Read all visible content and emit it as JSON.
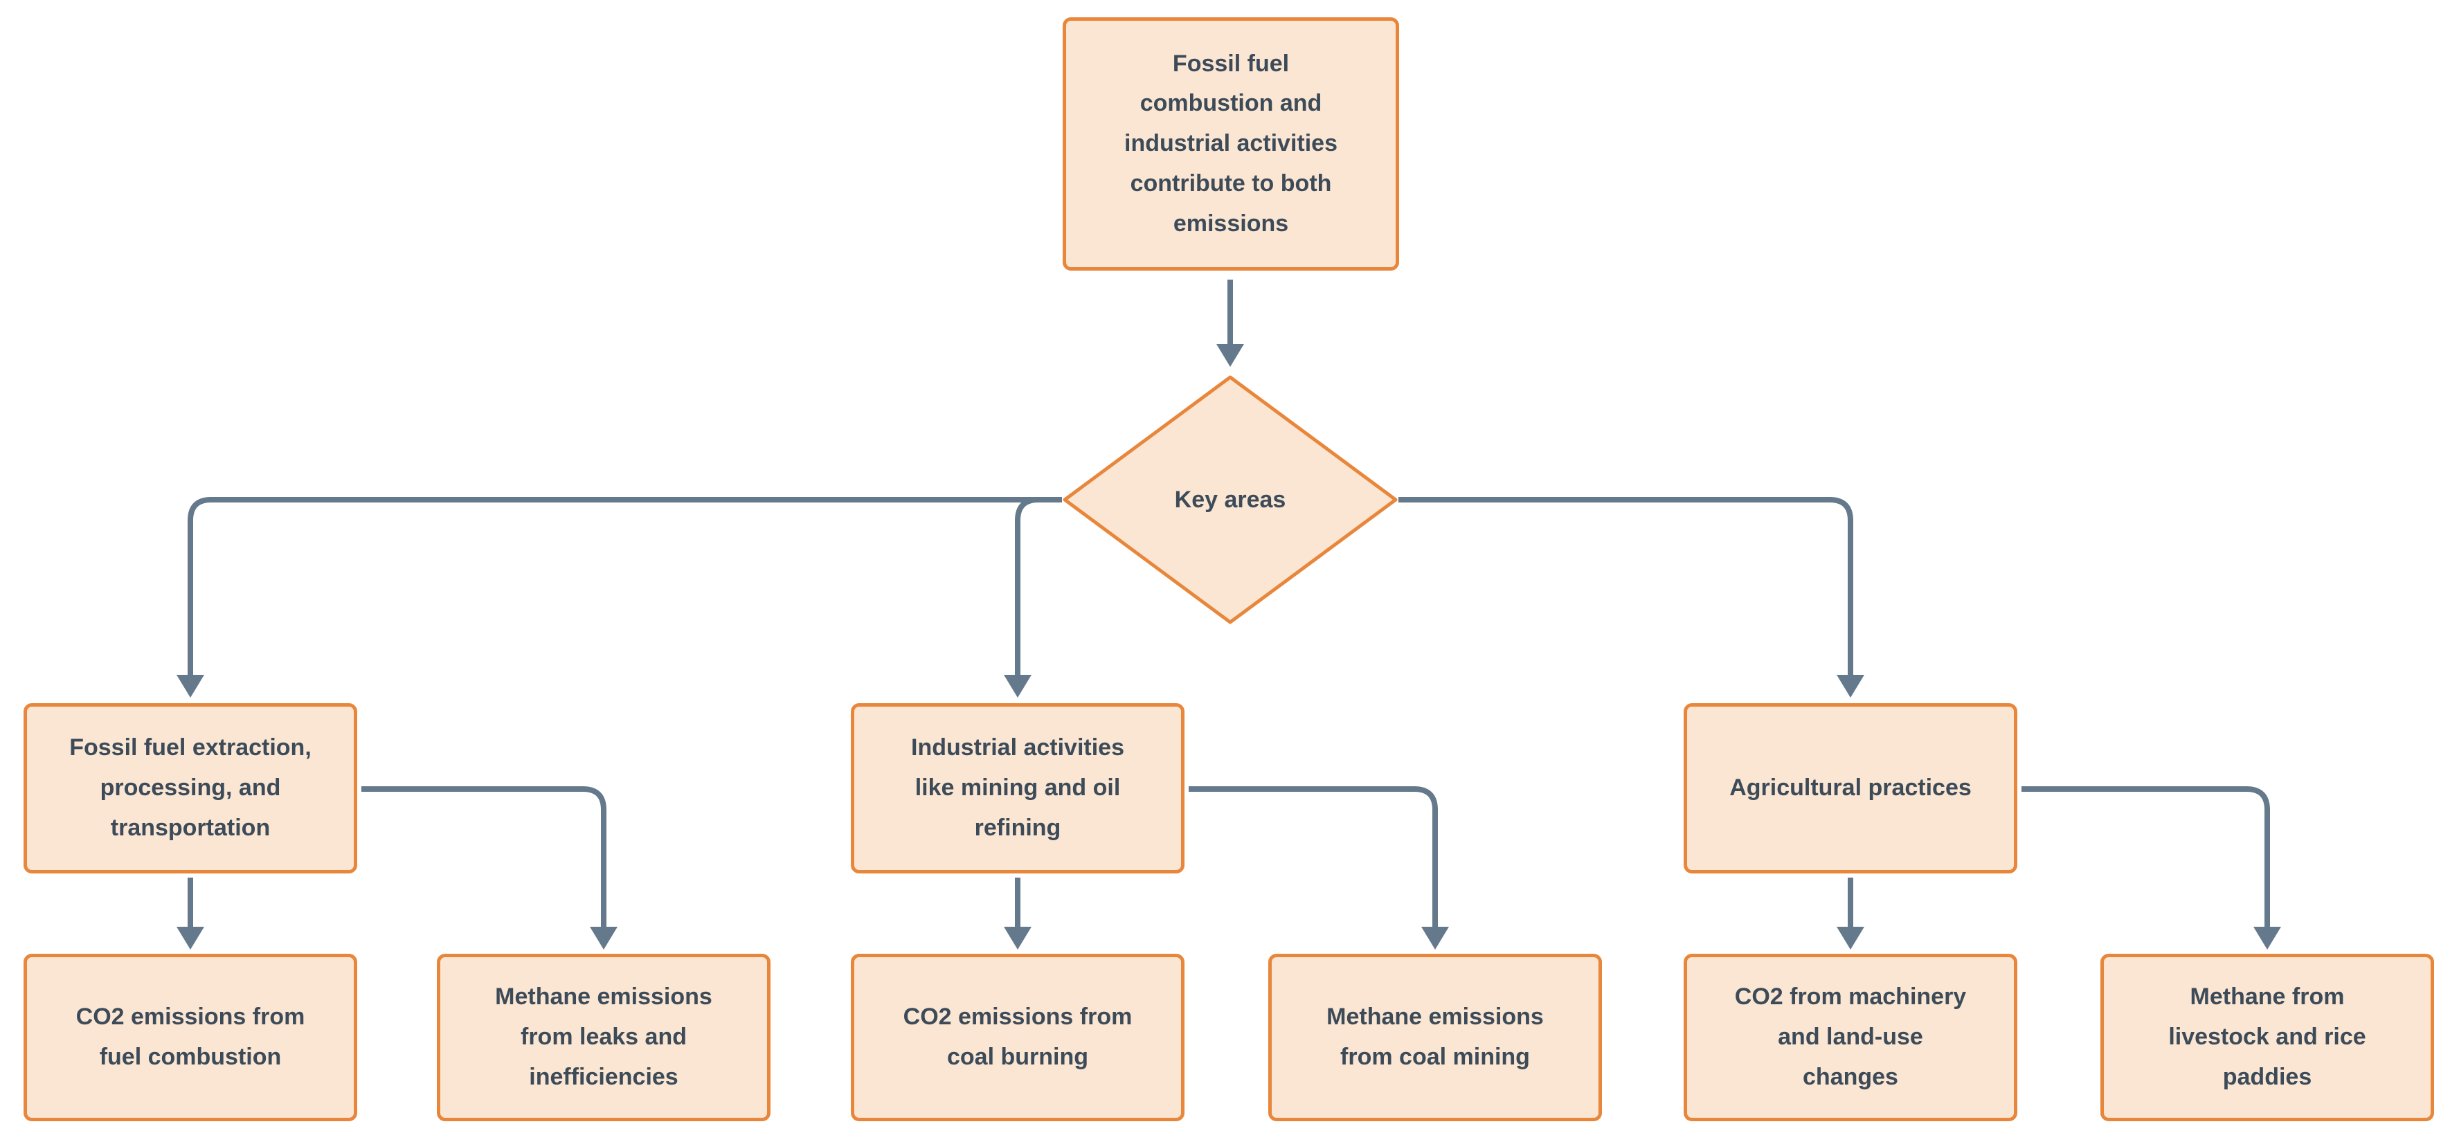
{
  "flowchart": {
    "colors": {
      "node_fill": "#FAE6D3",
      "node_border": "#E8873C",
      "connector": "#64798C",
      "text": "#3D4B59"
    },
    "root": {
      "text": "Fossil fuel\ncombustion and\nindustrial activities\ncontribute to both\nemissions"
    },
    "decision": {
      "text": "Key areas"
    },
    "branches": [
      {
        "area": "Fossil fuel extraction,\nprocessing, and\ntransportation",
        "co2": "CO2 emissions from\nfuel combustion",
        "methane": "Methane emissions\nfrom leaks and\ninefficiencies"
      },
      {
        "area": "Industrial activities\nlike mining and oil\nrefining",
        "co2": "CO2 emissions from\ncoal burning",
        "methane": "Methane emissions\nfrom coal mining"
      },
      {
        "area": "Agricultural practices",
        "co2": "CO2 from machinery\nand land-use\nchanges",
        "methane": "Methane from\nlivestock and rice\npaddies"
      }
    ]
  }
}
